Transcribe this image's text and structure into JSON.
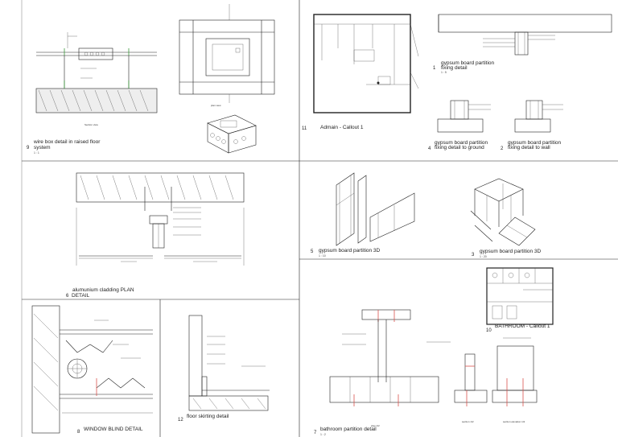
{
  "details": [
    {
      "id": "d9",
      "num": "9",
      "title": "wire box detail in raised floor",
      "title2": "system",
      "scale": "1 : 1",
      "caption": "Section view"
    },
    {
      "id": "d9b",
      "caption": "plan view"
    },
    {
      "id": "d11",
      "num": "11",
      "title": "Admain - Callout 1"
    },
    {
      "id": "d1",
      "num": "1",
      "title": "gypsum board partition",
      "title2": "fixing detail",
      "scale": "1 : 5"
    },
    {
      "id": "d4",
      "num": "4",
      "title": "gypsum board partition",
      "title2": "fixing detail to ground"
    },
    {
      "id": "d2",
      "num": "2",
      "title": "gypsum board partition",
      "title2": "fixing detail to wall"
    },
    {
      "id": "d6",
      "num": "6",
      "title": "alumunium cladding PLAN",
      "title2": "DETAIL"
    },
    {
      "id": "d5",
      "num": "5",
      "title": "gypsum board partition 3D",
      "scale": "1 : 10"
    },
    {
      "id": "d3",
      "num": "3",
      "title": "gypsum board partition 3D",
      "scale": "1 : 20"
    },
    {
      "id": "d10",
      "num": "10",
      "title": "BATHROOM - Callout 1"
    },
    {
      "id": "d8",
      "num": "8",
      "title": "WINDOW BLIND DETAIL"
    },
    {
      "id": "d12",
      "num": "12",
      "title": "floor skirting detail"
    },
    {
      "id": "d7",
      "num": "7",
      "title": "bathroom partition detail",
      "scale": "1 : 2",
      "sub": [
        "plan 1/2",
        "section 1/2",
        "section elevation 1/2"
      ]
    }
  ]
}
